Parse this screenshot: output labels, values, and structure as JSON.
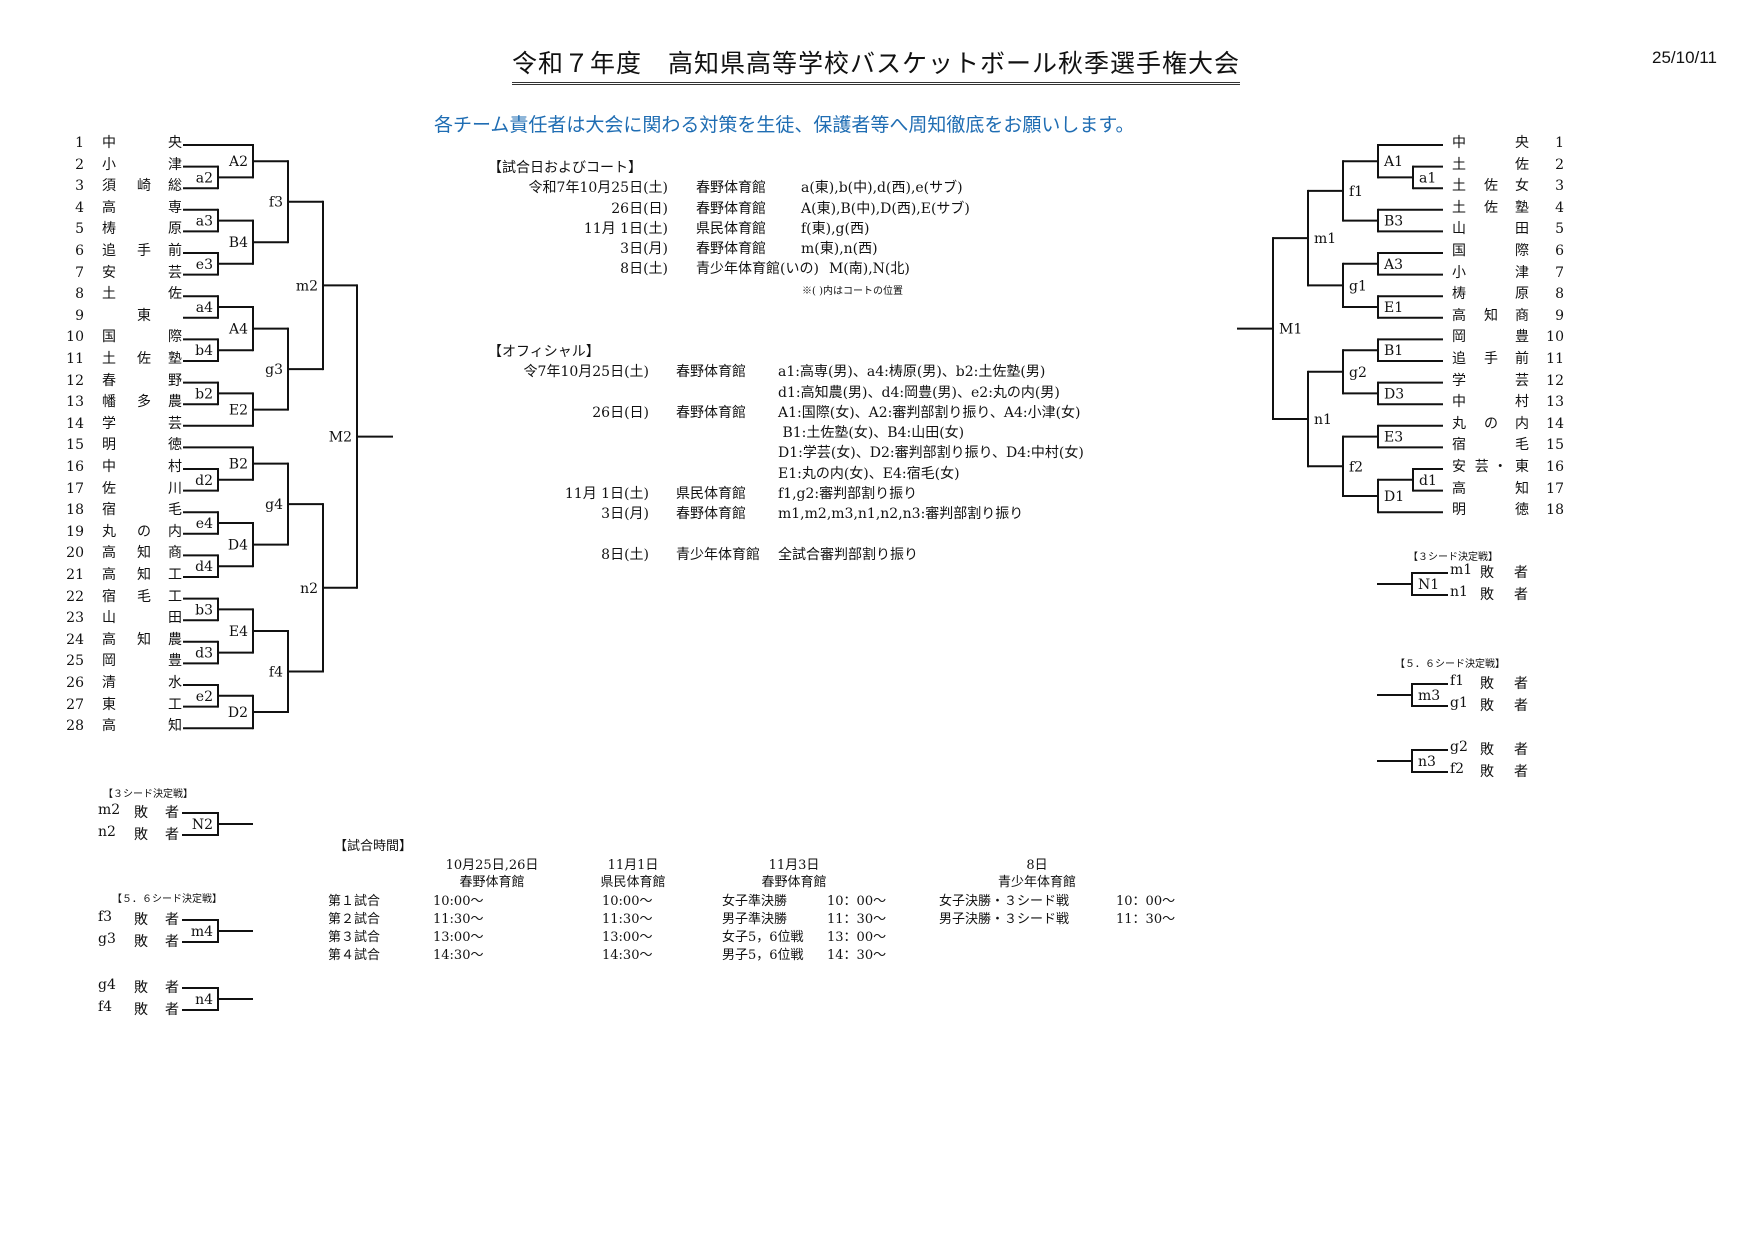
{
  "header": {
    "title": "令和７年度　高知県高等学校バスケットボール秋季選手権大会",
    "date": "25/10/11",
    "notice": "各チーム責任者は大会に関わる対策を生徒、保護者等へ周知徹底をお願いします。",
    "notice_color": "#1f6db3"
  },
  "bracket_left": {
    "teams": [
      {
        "no": "1",
        "name": [
          "中",
          "",
          "央"
        ]
      },
      {
        "no": "2",
        "name": [
          "小",
          "",
          "津"
        ]
      },
      {
        "no": "3",
        "name": [
          "須",
          "崎",
          "総"
        ]
      },
      {
        "no": "4",
        "name": [
          "高",
          "",
          "専"
        ]
      },
      {
        "no": "5",
        "name": [
          "梼",
          "",
          "原"
        ]
      },
      {
        "no": "6",
        "name": [
          "追",
          "手",
          "前"
        ]
      },
      {
        "no": "7",
        "name": [
          "安",
          "",
          "芸"
        ]
      },
      {
        "no": "8",
        "name": [
          "土",
          "",
          "佐"
        ]
      },
      {
        "no": "9",
        "name": [
          "",
          "東",
          ""
        ]
      },
      {
        "no": "10",
        "name": [
          "国",
          "",
          "際"
        ]
      },
      {
        "no": "11",
        "name": [
          "土",
          "佐",
          "塾"
        ]
      },
      {
        "no": "12",
        "name": [
          "春",
          "",
          "野"
        ]
      },
      {
        "no": "13",
        "name": [
          "幡",
          "多",
          "農"
        ]
      },
      {
        "no": "14",
        "name": [
          "学",
          "",
          "芸"
        ]
      },
      {
        "no": "15",
        "name": [
          "明",
          "",
          "徳"
        ]
      },
      {
        "no": "16",
        "name": [
          "中",
          "",
          "村"
        ]
      },
      {
        "no": "17",
        "name": [
          "佐",
          "",
          "川"
        ]
      },
      {
        "no": "18",
        "name": [
          "宿",
          "",
          "毛"
        ]
      },
      {
        "no": "19",
        "name": [
          "丸",
          "の",
          "内"
        ]
      },
      {
        "no": "20",
        "name": [
          "高",
          "知",
          "商"
        ]
      },
      {
        "no": "21",
        "name": [
          "高",
          "知",
          "工"
        ]
      },
      {
        "no": "22",
        "name": [
          "宿",
          "毛",
          "工"
        ]
      },
      {
        "no": "23",
        "name": [
          "山",
          "",
          "田"
        ]
      },
      {
        "no": "24",
        "name": [
          "高",
          "知",
          "農"
        ]
      },
      {
        "no": "25",
        "name": [
          "岡",
          "",
          "豊"
        ]
      },
      {
        "no": "26",
        "name": [
          "清",
          "",
          "水"
        ]
      },
      {
        "no": "27",
        "name": [
          "東",
          "",
          "工"
        ]
      },
      {
        "no": "28",
        "name": [
          "高",
          "",
          "知"
        ]
      }
    ],
    "matches": {
      "a2": "a2",
      "A2": "A2",
      "a3": "a3",
      "e3": "e3",
      "B4": "B4",
      "f3": "f3",
      "a4": "a4",
      "b4": "b4",
      "A4": "A4",
      "b2": "b2",
      "E2": "E2",
      "g3": "g3",
      "m2": "m2",
      "d2": "d2",
      "B2": "B2",
      "e4": "e4",
      "d4": "d4",
      "D4": "D4",
      "g4": "g4",
      "b3": "b3",
      "d3": "d3",
      "E4": "E4",
      "e2": "e2",
      "D2": "D2",
      "f4": "f4",
      "n2": "n2",
      "M2": "M2"
    }
  },
  "bracket_right": {
    "teams": [
      {
        "no": "1",
        "name": [
          "中",
          "",
          "央"
        ]
      },
      {
        "no": "2",
        "name": [
          "土",
          "",
          "佐"
        ]
      },
      {
        "no": "3",
        "name": [
          "土",
          "佐",
          "女"
        ]
      },
      {
        "no": "4",
        "name": [
          "土",
          "佐",
          "塾"
        ]
      },
      {
        "no": "5",
        "name": [
          "山",
          "",
          "田"
        ]
      },
      {
        "no": "6",
        "name": [
          "国",
          "",
          "際"
        ]
      },
      {
        "no": "7",
        "name": [
          "小",
          "",
          "津"
        ]
      },
      {
        "no": "8",
        "name": [
          "梼",
          "",
          "原"
        ]
      },
      {
        "no": "9",
        "name": [
          "高",
          "知",
          "商"
        ]
      },
      {
        "no": "10",
        "name": [
          "岡",
          "",
          "豊"
        ]
      },
      {
        "no": "11",
        "name": [
          "追",
          "手",
          "前"
        ]
      },
      {
        "no": "12",
        "name": [
          "学",
          "",
          "芸"
        ]
      },
      {
        "no": "13",
        "name": [
          "中",
          "",
          "村"
        ]
      },
      {
        "no": "14",
        "name": [
          "丸",
          "の",
          "内"
        ]
      },
      {
        "no": "15",
        "name": [
          "宿",
          "",
          "毛"
        ]
      },
      {
        "no": "16",
        "name": [
          "安",
          "芸 ・",
          "東"
        ]
      },
      {
        "no": "17",
        "name": [
          "高",
          "",
          "知"
        ]
      },
      {
        "no": "18",
        "name": [
          "明",
          "",
          "徳"
        ]
      }
    ],
    "matches": {
      "a1": "a1",
      "A1": "A1",
      "B3": "B3",
      "f1": "f1",
      "A3": "A3",
      "E1": "E1",
      "g1": "g1",
      "m1": "m1",
      "B1": "B1",
      "D3": "D3",
      "g2": "g2",
      "E3": "E3",
      "d1": "d1",
      "D1": "D1",
      "f2": "f2",
      "n1": "n1",
      "M1": "M1"
    }
  },
  "consolation_left": [
    {
      "heading": "【３シード決定戦】",
      "match": "N2",
      "entries": [
        {
          "code": "m2",
          "a": "敗",
          "b": "者"
        },
        {
          "code": "n2",
          "a": "敗",
          "b": "者"
        }
      ]
    },
    {
      "heading": "【５．６シード決定戦】",
      "match": "m4",
      "entries": [
        {
          "code": "f3",
          "a": "敗",
          "b": "者"
        },
        {
          "code": "g3",
          "a": "敗",
          "b": "者"
        }
      ]
    },
    {
      "heading": "",
      "match": "n4",
      "entries": [
        {
          "code": "g4",
          "a": "敗",
          "b": "者"
        },
        {
          "code": "f4",
          "a": "敗",
          "b": "者"
        }
      ]
    }
  ],
  "consolation_right": [
    {
      "heading": "【３シード決定戦】",
      "match": "N1",
      "entries": [
        {
          "code": "m1",
          "a": "敗",
          "b": "者"
        },
        {
          "code": "n1",
          "a": "敗",
          "b": "者"
        }
      ]
    },
    {
      "heading": "【５．６シード決定戦】",
      "match": "m3",
      "entries": [
        {
          "code": "f1",
          "a": "敗",
          "b": "者"
        },
        {
          "code": "g1",
          "a": "敗",
          "b": "者"
        }
      ]
    },
    {
      "heading": "",
      "match": "n3",
      "entries": [
        {
          "code": "g2",
          "a": "敗",
          "b": "者"
        },
        {
          "code": "f2",
          "a": "敗",
          "b": "者"
        }
      ]
    }
  ],
  "court_schedule": {
    "heading": "【試合日およびコート】",
    "rows": [
      {
        "date": "令和7年10月25日(土)",
        "venue": "春野体育館",
        "courts": "a(東),b(中),d(西),e(サブ)"
      },
      {
        "date": "26日(日)",
        "venue": "春野体育館",
        "courts": "A(東),B(中),D(西),E(サブ)"
      },
      {
        "date": "11月 1日(土)",
        "venue": "県民体育館",
        "courts": "f(東),g(西)"
      },
      {
        "date": "3日(月)",
        "venue": "春野体育館",
        "courts": "m(東),n(西)"
      },
      {
        "date": "8日(土)",
        "venue": "青少年体育館(いの)",
        "courts": "M(南),N(北)"
      }
    ],
    "note": "※( )内はコートの位置"
  },
  "officials": {
    "heading": "【オフィシャル】",
    "rows": [
      {
        "date": "令7年10月25日(土)",
        "venue": "春野体育館",
        "details": [
          "a1:高専(男)、a4:梼原(男)、b2:土佐塾(男)",
          "d1:高知農(男)、d4:岡豊(男)、e2:丸の内(男)"
        ]
      },
      {
        "date": "26日(日)",
        "venue": "春野体育館",
        "details": [
          "A1:国際(女)、A2:審判部割り振り、A4:小津(女)",
          " B1:土佐塾(女)、B4:山田(女)",
          "D1:学芸(女)、D2:審判部割り振り、D4:中村(女)",
          "E1:丸の内(女)、E4:宿毛(女)"
        ]
      },
      {
        "date": "11月 1日(土)",
        "venue": "県民体育館",
        "details": [
          "f1,g2:審判部割り振り"
        ]
      },
      {
        "date": "3日(月)",
        "venue": "春野体育館",
        "details": [
          "m1,m2,m3,n1,n2,n3:審判部割り振り"
        ]
      },
      {
        "date": "8日(土)",
        "venue": "青少年体育館",
        "details": [
          "全試合審判部割り振り"
        ]
      }
    ]
  },
  "match_times": {
    "heading": "【試合時間】",
    "row_labels": [
      "第１試合",
      "第２試合",
      "第３試合",
      "第４試合"
    ],
    "columns": [
      {
        "date": "10月25日,26日",
        "venue": "春野体育館",
        "entries": [
          {
            "label": "",
            "time": "10:00～"
          },
          {
            "label": "",
            "time": "11:30～"
          },
          {
            "label": "",
            "time": "13:00～"
          },
          {
            "label": "",
            "time": "14:30～"
          }
        ]
      },
      {
        "date": "11月1日",
        "venue": "県民体育館",
        "entries": [
          {
            "label": "",
            "time": "10:00～"
          },
          {
            "label": "",
            "time": "11:30～"
          },
          {
            "label": "",
            "time": "13:00～"
          },
          {
            "label": "",
            "time": "14:30～"
          }
        ]
      },
      {
        "date": "11月3日",
        "venue": "春野体育館",
        "entries": [
          {
            "label": "女子準決勝",
            "time": "10：00～"
          },
          {
            "label": "男子準決勝",
            "time": "11：30～"
          },
          {
            "label": "女子5，6位戦",
            "time": "13：00～"
          },
          {
            "label": "男子5，6位戦",
            "time": "14：30～"
          }
        ]
      },
      {
        "date": "8日",
        "venue": "青少年体育館",
        "entries": [
          {
            "label": "女子決勝・３シード戦",
            "time": "10：00～"
          },
          {
            "label": "男子決勝・３シード戦",
            "time": "11：30～"
          }
        ]
      }
    ]
  }
}
